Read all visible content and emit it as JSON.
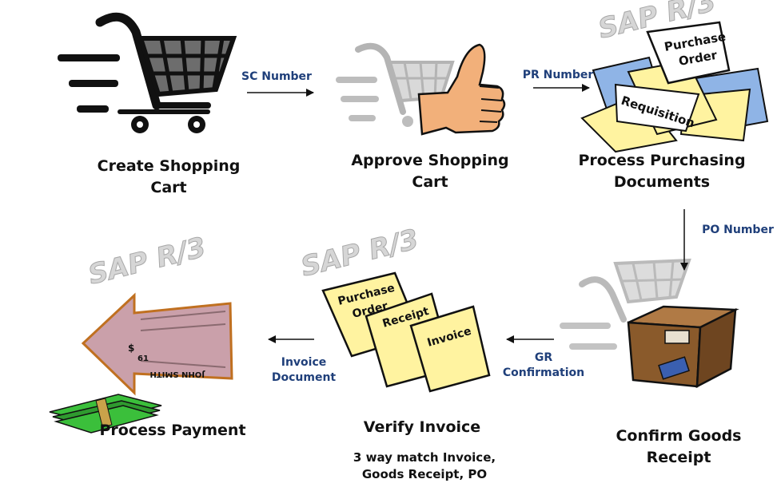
{
  "steps": {
    "create_cart": "Create Shopping Cart",
    "approve_cart": "Approve Shopping Cart",
    "process_docs_line1": "Process Purchasing",
    "process_docs_line2": "Documents",
    "confirm_goods": "Confirm Goods Receipt",
    "verify_invoice": "Verify Invoice",
    "process_payment": "Process Payment"
  },
  "flows": {
    "sc_number": "SC Number",
    "pr_number": "PR Number",
    "po_number": "PO Number",
    "gr_line1": "GR",
    "gr_line2": "Confirmation",
    "invoice_doc_line1": "Invoice",
    "invoice_doc_line2": "Document"
  },
  "notes": {
    "three_way_line1": "3 way match Invoice,",
    "three_way_line2": "Goods Receipt, PO"
  },
  "watermarks": {
    "sap_r3": "SAP R/3"
  },
  "documents": {
    "purchase_order_line1": "Purchase",
    "purchase_order_line2": "Order",
    "requisition": "Requisition",
    "receipt": "Receipt",
    "invoice": "Invoice"
  },
  "check_text": {
    "payee": "JOHN SMITH",
    "dollar": "$",
    "amount": "61"
  },
  "colors": {
    "flow_label": "#1f3f7a",
    "doc_yellow": "#fff3a0",
    "doc_blue": "#8fb4e6",
    "doc_white": "#ffffff",
    "box_brown": "#8a5a2b",
    "check_pink": "#caa0aa",
    "money_green": "#3bbf3b",
    "skin": "#f2b07a"
  },
  "icons": [
    "shopping-cart-icon",
    "thumbs-up-cart-icon",
    "paper-pile-icon",
    "package-cart-icon",
    "document-stack-icon",
    "check-arrow-icon",
    "money-stack-icon"
  ]
}
